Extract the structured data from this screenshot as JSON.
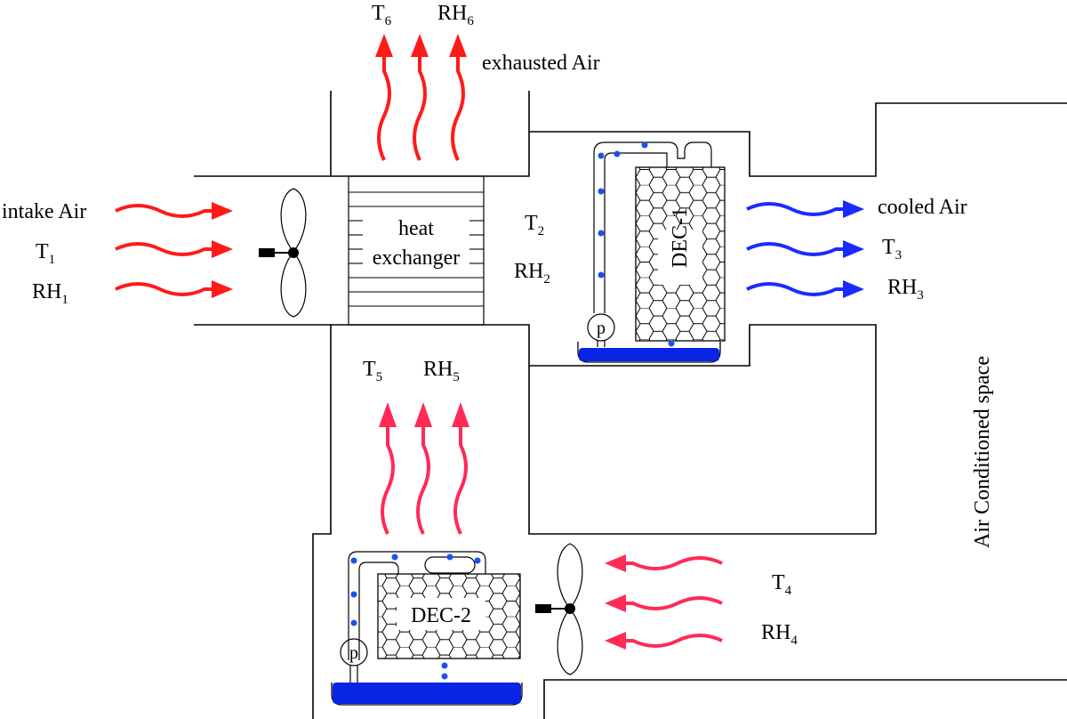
{
  "labels": {
    "intake_air": "intake Air",
    "exhausted_air": "exhausted Air",
    "cooled_air": "cooled Air",
    "heat_exchanger_line1": "heat",
    "heat_exchanger_line2": "exchanger",
    "dec1": "DEC-1",
    "dec2": "DEC-2",
    "air_conditioned_space": "Air Conditioned space",
    "pump": "p"
  },
  "states": {
    "t1": {
      "base": "T",
      "sub": "1"
    },
    "rh1": {
      "base": "RH",
      "sub": "1"
    },
    "t2": {
      "base": "T",
      "sub": "2"
    },
    "rh2": {
      "base": "RH",
      "sub": "2"
    },
    "t3": {
      "base": "T",
      "sub": "3"
    },
    "rh3": {
      "base": "RH",
      "sub": "3"
    },
    "t4": {
      "base": "T",
      "sub": "4"
    },
    "rh4": {
      "base": "RH",
      "sub": "4"
    },
    "t5": {
      "base": "T",
      "sub": "5"
    },
    "rh5": {
      "base": "RH",
      "sub": "5"
    },
    "t6": {
      "base": "T",
      "sub": "6"
    },
    "rh6": {
      "base": "RH",
      "sub": "6"
    }
  },
  "colors": {
    "intake_arrows": "#ff1a1a",
    "cooled_arrows": "#1a2bff",
    "exhaust_arrows": "#ff1a1a",
    "return_arrows": "#ff2a55",
    "water": "#0a24e6",
    "droplet": "#1d52e8"
  }
}
